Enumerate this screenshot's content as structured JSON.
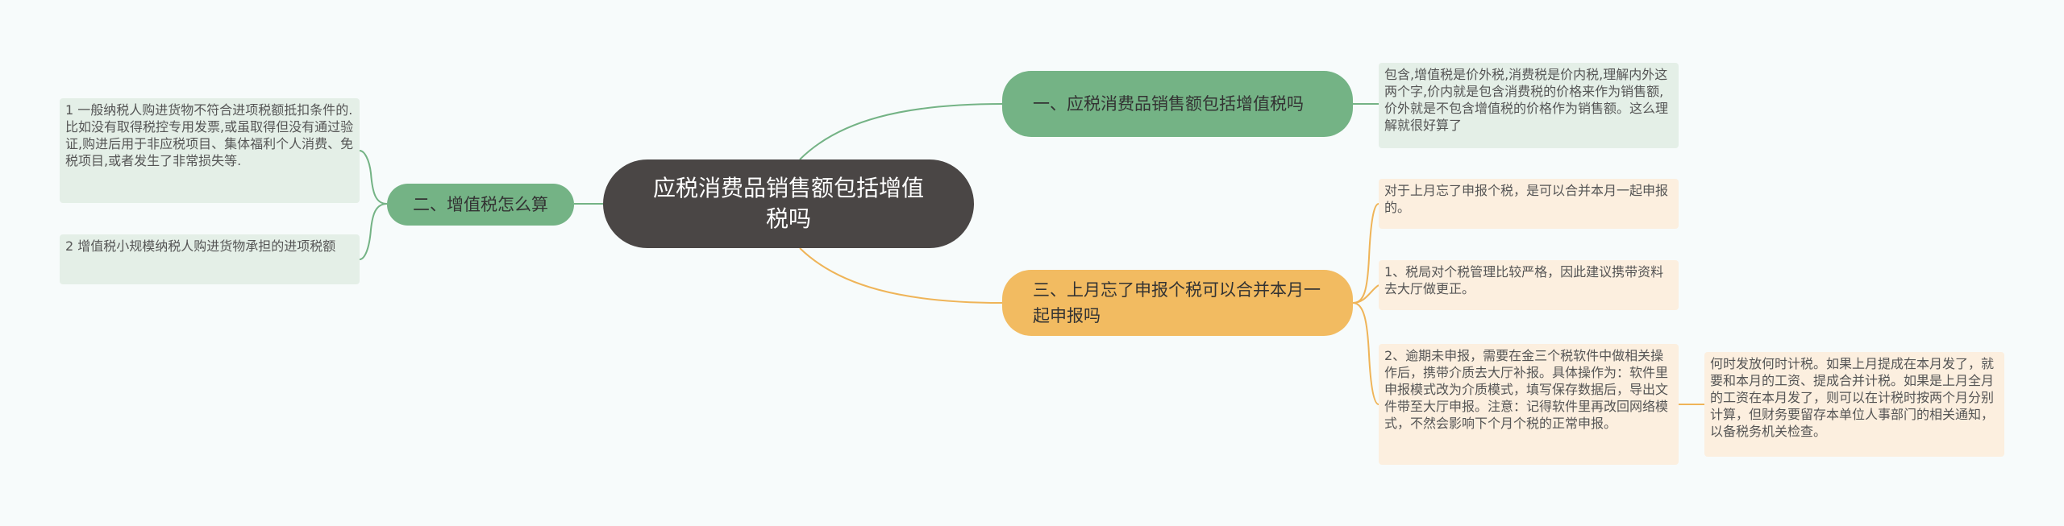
{
  "root": {
    "label": "应税消费品销售额包括增值税吗"
  },
  "branches": [
    {
      "label": "一、应税消费品销售额包括增值税吗",
      "color": "#74b385"
    },
    {
      "label": "二、增值税怎么算",
      "color": "#74b385"
    },
    {
      "label": "三、上月忘了申报个税可以合并本月一起申报吗",
      "color": "#f2bb61"
    }
  ],
  "leaves": [
    {
      "text": "包含,增值税是价外税,消费税是价内税,理解内外这两个字,价内就是包含消费税的价格来作为销售额,价外就是不包含增值税的价格作为销售额。这么理解就很好算了"
    },
    {
      "text": "1 一般纳税人购进货物不符合进项税额抵扣条件的.比如没有取得税控专用发票,或虽取得但没有通过验证,购进后用于非应税项目、集体福利个人消费、免税项目,或者发生了非常损失等."
    },
    {
      "text": "2 增值税小规模纳税人购进货物承担的进项税额"
    },
    {
      "text": "对于上月忘了申报个税，是可以合并本月一起申报的。"
    },
    {
      "text": "1、税局对个税管理比较严格，因此建议携带资料去大厅做更正。"
    },
    {
      "text": "2、逾期未申报，需要在金三个税软件中做相关操作后，携带介质去大厅补报。具体操作为：软件里申报模式改为介质模式，填写保存数据后，导出文件带至大厅申报。注意：记得软件里再改回网络模式，不然会影响下个月个税的正常申报。"
    },
    {
      "text": "何时发放何时计税。如果上月提成在本月发了，就要和本月的工资、提成合并计税。如果是上月全月的工资在本月发了，则可以在计税时按两个月分别计算，但财务要留存本单位人事部门的相关通知，以备税务机关检查。"
    }
  ],
  "colors": {
    "root": "#4a4645",
    "green_branch": "#74b385",
    "orange_branch": "#f2bb61",
    "green_leaf": "#e4efe7",
    "orange_leaf": "#fcefdf",
    "green_line": "#74b385",
    "orange_line": "#efb458"
  }
}
